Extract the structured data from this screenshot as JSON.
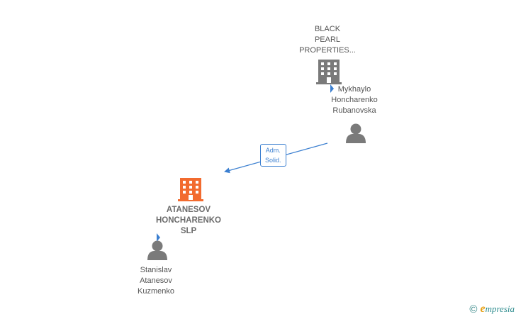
{
  "nodes": {
    "black_pearl": {
      "lines": [
        "BLACK",
        "PEARL",
        "PROPERTIES..."
      ],
      "type": "company",
      "color": "#7a7a7a"
    },
    "mykhaylo": {
      "lines": [
        "Mykhaylo",
        "Honcharenko",
        "Rubanovska"
      ],
      "type": "person",
      "color": "#7a7a7a"
    },
    "atanesov_slp": {
      "lines": [
        "ATANESOV",
        "HONCHARENKO",
        "SLP"
      ],
      "type": "company",
      "color": "#f26b2f"
    },
    "stanislav": {
      "lines": [
        "Stanislav",
        "Atanesov",
        "Kuzmenko"
      ],
      "type": "person",
      "color": "#7a7a7a"
    }
  },
  "edges": {
    "mykhaylo_to_atanesov": {
      "label_lines": [
        "Adm.",
        "Solid."
      ]
    }
  },
  "colors": {
    "edge": "#3b7fd0",
    "person": "#7a7a7a",
    "company_main": "#f26b2f",
    "company_other": "#7a7a7a"
  },
  "footer": {
    "copyright_symbol": "©",
    "brand_first": "e",
    "brand_rest": "mpresia"
  }
}
